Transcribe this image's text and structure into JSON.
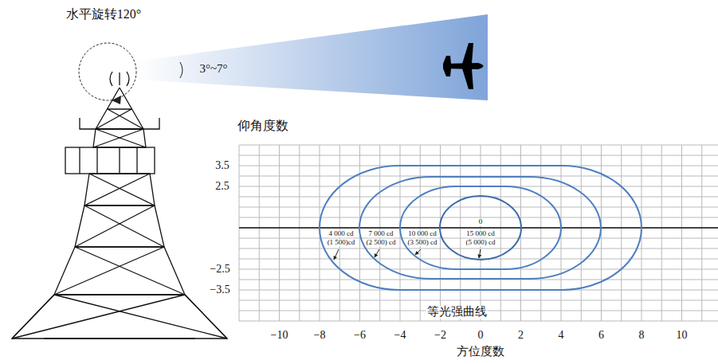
{
  "diagram": {
    "labels": [
      "水平旋转120°",
      "3°~7°",
      "仰角度数",
      "3.5",
      "2.5",
      "−2.5",
      "−3.5",
      "0",
      "4 000 cd",
      "(1 500)cd",
      "7 000 cd",
      "(2 500) cd",
      "10 000 cd",
      "(3 500) cd",
      "15 000 cd",
      "(5 000) cd",
      "等光强曲线",
      "−10",
      "−8",
      "−6",
      "−4",
      "−2",
      "0",
      "2",
      "4",
      "6",
      "8",
      "10",
      "方位度数"
    ]
  }
}
